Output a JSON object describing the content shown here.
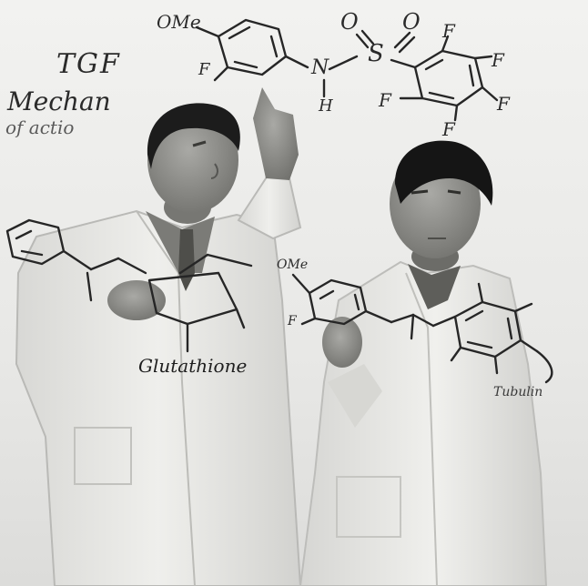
{
  "photo": {
    "kind": "black-and-white photograph",
    "colors": {
      "background": "#f2f2f0",
      "ink": "#2a2a2a",
      "coat": "#e9e9e6",
      "skin": "#8a8a86",
      "hair": "#1a1a1a"
    }
  },
  "handwriting": {
    "title": "TGF",
    "mechanism": "Mechan",
    "of_action": "of actio",
    "ome_top": "OMe",
    "f_top_left": "F",
    "n_top": "N",
    "h_top": "H",
    "o_left": "O",
    "o_right": "O",
    "s_top": "S",
    "f_ring_a": "F",
    "f_ring_b": "F",
    "f_ring_c": "F",
    "f_ring_d": "F",
    "f_ring_e": "F",
    "glutathione": "Glutathione",
    "ome_glass": "OMe",
    "f_glass": "F",
    "tubulin": "Tubulin"
  }
}
